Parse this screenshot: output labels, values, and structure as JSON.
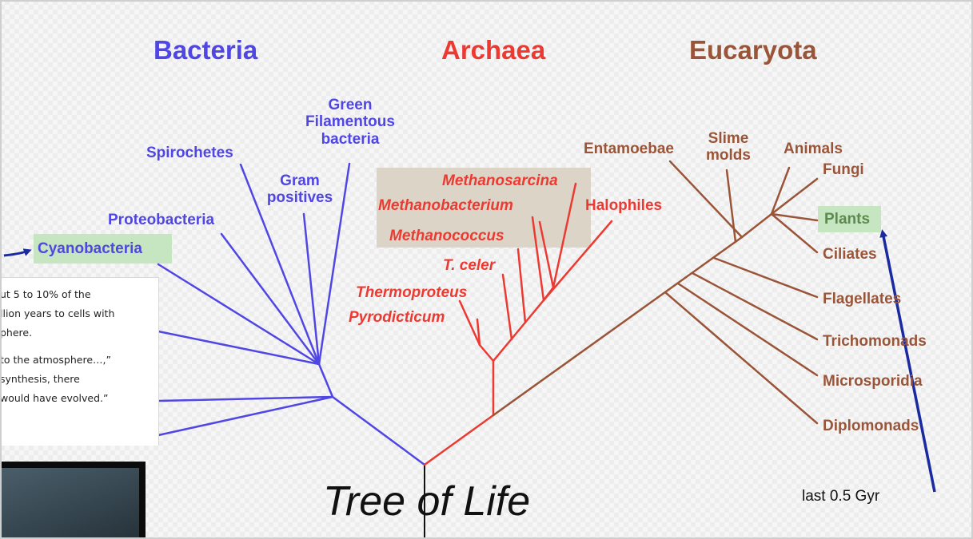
{
  "domains": {
    "bacteria": {
      "label": "Bacteria",
      "color": "#5046e4"
    },
    "archaea": {
      "label": "Archaea",
      "color": "#ec3a32"
    },
    "eucaryota": {
      "label": "Eucaryota",
      "color": "#9a5539"
    }
  },
  "bacteria_groups": {
    "green_filamentous": [
      "Green",
      "Filamentous",
      "bacteria"
    ],
    "spirochetes": "Spirochetes",
    "gram_positives": [
      "Gram",
      "positives"
    ],
    "proteobacteria": "Proteobacteria",
    "cyanobacteria": "Cyanobacteria"
  },
  "archaea_groups": {
    "methanosarcina": "Methanosarcina",
    "methanobacterium": "Methanobacterium",
    "methanococcus": "Methanococcus",
    "halophiles": "Halophiles",
    "t_celer": "T. celer",
    "thermoproteus": "Thermoproteus",
    "pyrodicticum": "Pyrodicticum"
  },
  "eucaryota_groups": {
    "entamoebae": "Entamoebae",
    "slime_molds": [
      "Slime",
      "molds"
    ],
    "animals": "Animals",
    "fungi": "Fungi",
    "plants": "Plants",
    "ciliates": "Ciliates",
    "flagellates": "Flagellates",
    "trichomonads": "Trichomonads",
    "microsporidia": "Microsporidia",
    "diplomonads": "Diplomonads"
  },
  "quote_lines": [
    "ut 5 to 10% of the",
    "llion years to cells with",
    "phere.",
    "to the atmosphere…,”",
    "synthesis, there",
    "would have evolved.”"
  ],
  "title": "Tree of Life",
  "note": "last 0.5 Gyr",
  "highlight_colors": {
    "green": "#c8e6c3",
    "archaea_box": "#d9d1c2"
  },
  "arrow_color": "#1a2aa0"
}
